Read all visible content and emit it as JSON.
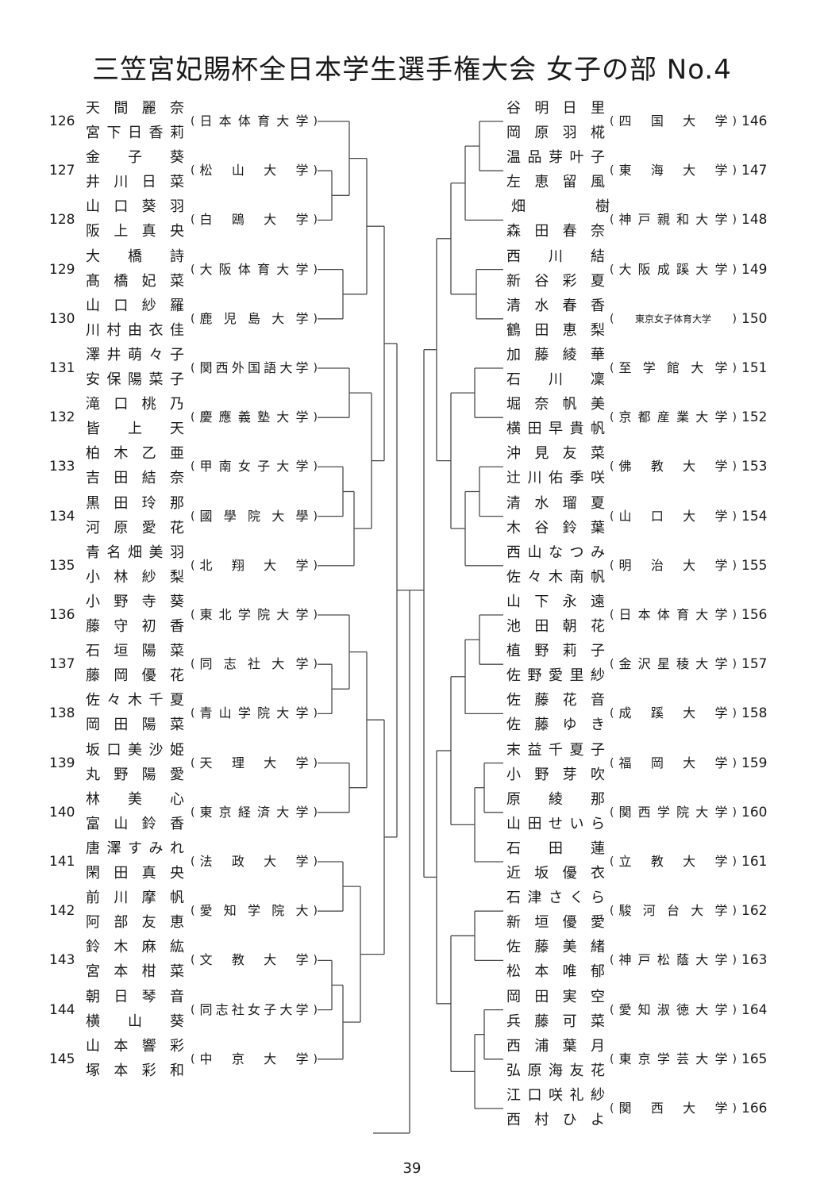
{
  "title": "三笠宮妃賜杯全日本学生選手権大会 女子の部 No.4",
  "page_number": "39",
  "left_entries": [
    {
      "num": "126",
      "players": [
        "天間麗奈",
        "宮下日香莉"
      ],
      "university": "日本体育大学"
    },
    {
      "num": "127",
      "players": [
        "金子葵",
        "井川日菜"
      ],
      "university": "松山大学"
    },
    {
      "num": "128",
      "players": [
        "山口葵羽",
        "阪上真央"
      ],
      "university": "白鴎大学"
    },
    {
      "num": "129",
      "players": [
        "大橋詩",
        "髙橋妃菜"
      ],
      "university": "大阪体育大学"
    },
    {
      "num": "130",
      "players": [
        "山口紗羅",
        "川村由衣佳"
      ],
      "university": "鹿児島大学"
    },
    {
      "num": "131",
      "players": [
        "澤井萌々子",
        "安保陽菜子"
      ],
      "university": "関西外国語大学"
    },
    {
      "num": "132",
      "players": [
        "滝口桃乃",
        "皆上天"
      ],
      "university": "慶應義塾大学"
    },
    {
      "num": "133",
      "players": [
        "柏木乙亜",
        "吉田結奈"
      ],
      "university": "甲南女子大学"
    },
    {
      "num": "134",
      "players": [
        "黒田玲那",
        "河原愛花"
      ],
      "university": "國學院大學"
    },
    {
      "num": "135",
      "players": [
        "青名畑美羽",
        "小林紗梨"
      ],
      "university": "北翔大学"
    },
    {
      "num": "136",
      "players": [
        "小野寺葵",
        "藤守初香"
      ],
      "university": "東北学院大学"
    },
    {
      "num": "137",
      "players": [
        "石垣陽菜",
        "藤岡優花"
      ],
      "university": "同志社大学"
    },
    {
      "num": "138",
      "players": [
        "佐々木千夏",
        "岡田陽菜"
      ],
      "university": "青山学院大学"
    },
    {
      "num": "139",
      "players": [
        "坂口美沙姫",
        "丸野陽愛"
      ],
      "university": "天理大学"
    },
    {
      "num": "140",
      "players": [
        "林美心",
        "富山鈴香"
      ],
      "university": "東京経済大学"
    },
    {
      "num": "141",
      "players": [
        "唐澤すみれ",
        "閑田真央"
      ],
      "university": "法政大学"
    },
    {
      "num": "142",
      "players": [
        "前川摩帆",
        "阿部友恵"
      ],
      "university": "愛知学院大"
    },
    {
      "num": "143",
      "players": [
        "鈴木麻紘",
        "宮本柑菜"
      ],
      "university": "文教大学"
    },
    {
      "num": "144",
      "players": [
        "朝日琴音",
        "横山葵"
      ],
      "university": "同志社女子大学"
    },
    {
      "num": "145",
      "players": [
        "山本響彩",
        "塚本彩和"
      ],
      "university": "中京大学"
    }
  ],
  "right_entries": [
    {
      "num": "146",
      "players": [
        "谷明日里",
        "岡原羽椛"
      ],
      "university": "四国大学"
    },
    {
      "num": "147",
      "players": [
        "温品芽叶子",
        "左恵留風"
      ],
      "university": "東海大学"
    },
    {
      "num": "148",
      "players": [
        "畑樹",
        "森田春奈"
      ],
      "university": "神戸親和大学"
    },
    {
      "num": "149",
      "players": [
        "西川結",
        "新谷彩夏"
      ],
      "university": "大阪成蹊大学"
    },
    {
      "num": "150",
      "players": [
        "清水春香",
        "鶴田恵梨"
      ],
      "university": "東京女子体育大学"
    },
    {
      "num": "151",
      "players": [
        "加藤綾華",
        "石川凜"
      ],
      "university": "至学館大学"
    },
    {
      "num": "152",
      "players": [
        "堀奈帆美",
        "横田早貴帆"
      ],
      "university": "京都産業大学"
    },
    {
      "num": "153",
      "players": [
        "沖見友菜",
        "辻川佑季咲"
      ],
      "university": "佛教大学"
    },
    {
      "num": "154",
      "players": [
        "清水瑠夏",
        "木谷鈴葉"
      ],
      "university": "山口大学"
    },
    {
      "num": "155",
      "players": [
        "西山なつみ",
        "佐々木南帆"
      ],
      "university": "明治大学"
    },
    {
      "num": "156",
      "players": [
        "山下永遠",
        "池田朝花"
      ],
      "university": "日本体育大学"
    },
    {
      "num": "157",
      "players": [
        "植野莉子",
        "佐野愛里紗"
      ],
      "university": "金沢星稜大学"
    },
    {
      "num": "158",
      "players": [
        "佐藤花音",
        "佐藤ゆき"
      ],
      "university": "成蹊大学"
    },
    {
      "num": "159",
      "players": [
        "末益千夏子",
        "小野芽吹"
      ],
      "university": "福岡大学"
    },
    {
      "num": "160",
      "players": [
        "原綾那",
        "山田せいら"
      ],
      "university": "関西学院大学"
    },
    {
      "num": "161",
      "players": [
        "石田蓮",
        "近坂優衣"
      ],
      "university": "立教大学"
    },
    {
      "num": "162",
      "players": [
        "石津さくら",
        "新垣優愛"
      ],
      "university": "駿河台大学"
    },
    {
      "num": "163",
      "players": [
        "佐藤美緒",
        "松本唯郁"
      ],
      "university": "神戸松蔭大学"
    },
    {
      "num": "164",
      "players": [
        "岡田実空",
        "兵藤可菜"
      ],
      "university": "愛知淑徳大学"
    },
    {
      "num": "165",
      "players": [
        "西浦葉月",
        "弘原海友花"
      ],
      "university": "東京学芸大学"
    },
    {
      "num": "166",
      "players": [
        "江口咲礼紗",
        "西村ひよ"
      ],
      "university": "関西大学"
    }
  ]
}
